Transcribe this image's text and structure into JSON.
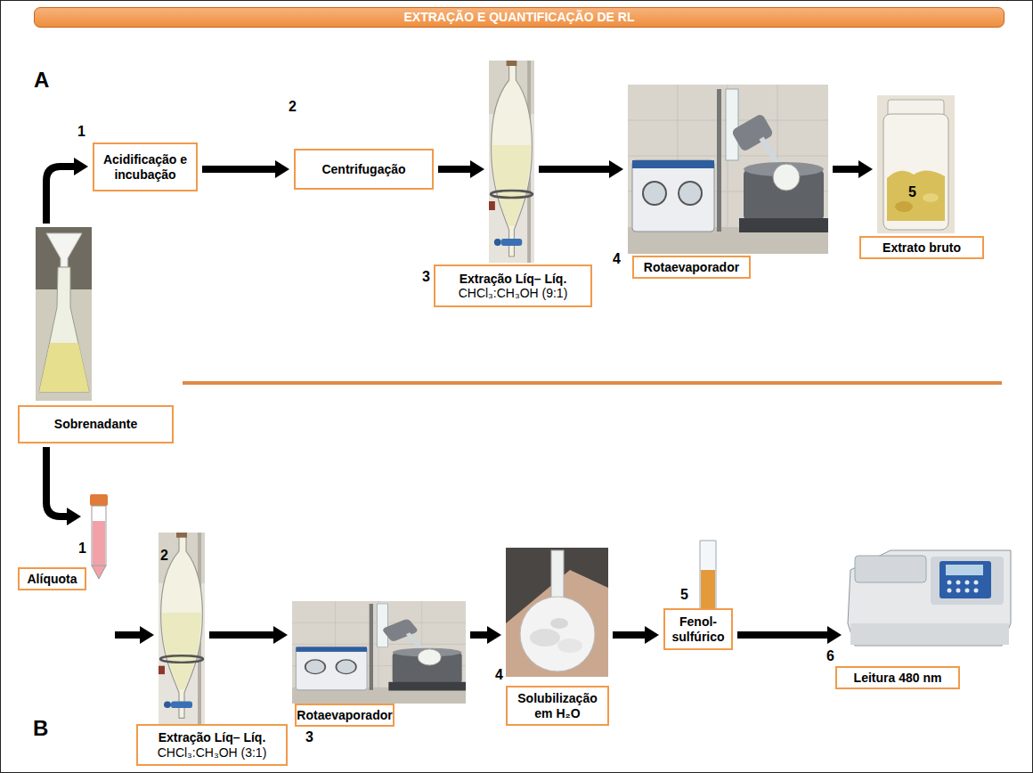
{
  "diagram": {
    "title": "EXTRAÇÃO E QUANTIFICAÇÃO DE RL",
    "nodes": [
      {
        "text": [
          "Acidificação e incubação"
        ]
      },
      {
        "text": [
          "Centrifugação"
        ]
      },
      {
        "text": [
          "Extração Líq– Líq.",
          "CHCl₃:CH₃OH (9:1)"
        ]
      },
      {
        "text": [
          "Rotaevaporador"
        ]
      },
      {
        "text": [
          "Extrato bruto"
        ]
      },
      {
        "text": [
          "Sobrenadante"
        ]
      },
      {
        "text": [
          "Alíquota"
        ]
      },
      {
        "text": [
          "Extração Líq– Líq.",
          "CHCl₃:CH₃OH (3:1)"
        ]
      },
      {
        "text": [
          "Rotaevaporador"
        ]
      },
      {
        "text": [
          "Solubilização em H₂O"
        ]
      },
      {
        "text": [
          "Fenol-sulfúrico"
        ]
      },
      {
        "text": [
          "Leitura 480 nm"
        ]
      }
    ],
    "edges": [
      {
        "from": 0,
        "to": 1,
        "arrow": "to"
      },
      {
        "from": 1,
        "to": 2,
        "arrow": "to"
      },
      {
        "from": 2,
        "to": 3,
        "arrow": "to"
      },
      {
        "from": 3,
        "to": 4,
        "arrow": "to"
      },
      {
        "from": 5,
        "to": 0,
        "arrow": "to"
      },
      {
        "from": 5,
        "to": 6,
        "arrow": "to"
      },
      {
        "from": 6,
        "to": 7,
        "arrow": "to"
      },
      {
        "from": 7,
        "to": 8,
        "arrow": "to"
      },
      {
        "from": 8,
        "to": 9,
        "arrow": "to"
      },
      {
        "from": 9,
        "to": 10,
        "arrow": "to"
      },
      {
        "from": 10,
        "to": 11,
        "arrow": "to"
      }
    ],
    "labels": [
      "A",
      "1",
      "2",
      "3",
      "4",
      "5",
      "B",
      "1",
      "2",
      "3",
      "4",
      "5",
      "6"
    ]
  }
}
